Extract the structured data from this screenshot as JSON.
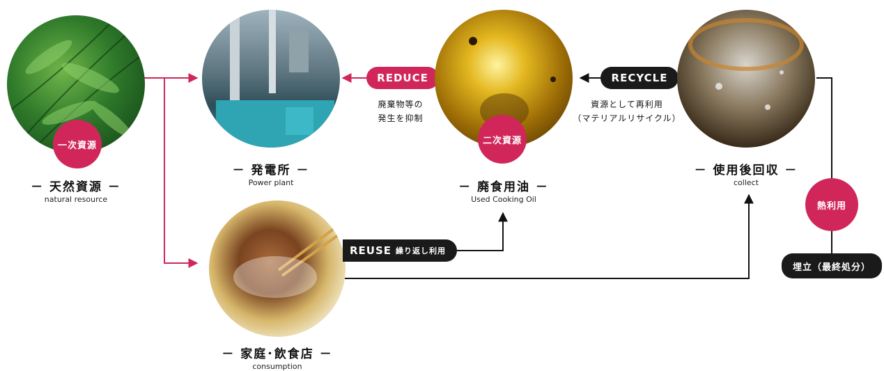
{
  "nodes": {
    "natural": {
      "title": "－ 天然資源 －",
      "subtitle": "natural resource",
      "badge": "一次資源"
    },
    "power": {
      "title": "－ 発電所 －",
      "subtitle": "Power plant"
    },
    "oil": {
      "title": "－ 廃食用油 －",
      "subtitle": "Used Cooking Oil",
      "badge": "二次資源"
    },
    "collect": {
      "title": "－ 使用後回収 －",
      "subtitle": "collect"
    },
    "consumption": {
      "title": "－ 家庭･飲食店 －",
      "subtitle": "consumption"
    }
  },
  "actions": {
    "reduce": {
      "label": "REDUCE",
      "note_line1": "廃棄物等の",
      "note_line2": "発生を抑制"
    },
    "recycle": {
      "label": "RECYCLE",
      "note_line1": "資源として再利用",
      "note_line2": "（マテリアルリサイクル）"
    },
    "reuse": {
      "label": "REUSE",
      "note": "繰り返し利用"
    },
    "heat": {
      "badge": "熱利用",
      "landfill": "埋立（最終処分）"
    }
  },
  "colors": {
    "accent": "#d1265a",
    "dark": "#1a1a1a"
  }
}
